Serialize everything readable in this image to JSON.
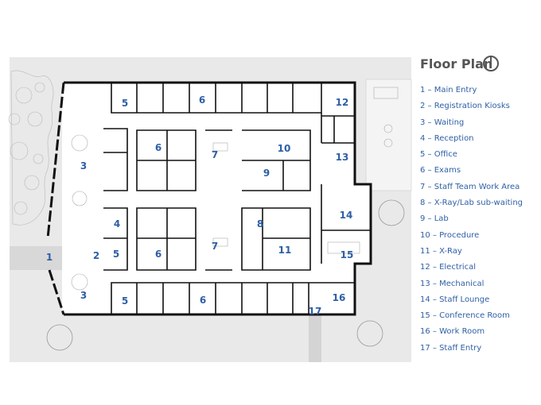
{
  "legend": {
    "title": "Floor Plan",
    "items": [
      "1 – Main Entry",
      "2 – Registration Kiosks",
      "3 – Waiting",
      "4 – Reception",
      "5 – Office",
      "6 – Exams",
      "7 – Staff Team Work Area",
      "8 – X-Ray/Lab sub-waiting",
      "9 – Lab",
      "10 – Procedure",
      "11 – X-Ray",
      "12 – Electrical",
      "13 – Mechanical",
      "14 – Staff Lounge",
      "15 – Conference Room",
      "16 – Work Room",
      "17 – Staff Entry"
    ]
  },
  "rooms": [
    {
      "num": "1"
    },
    {
      "num": "2"
    },
    {
      "num": "3"
    },
    {
      "num": "3"
    },
    {
      "num": "4"
    },
    {
      "num": "5"
    },
    {
      "num": "5"
    },
    {
      "num": "5"
    },
    {
      "num": "6"
    },
    {
      "num": "6"
    },
    {
      "num": "6"
    },
    {
      "num": "6"
    },
    {
      "num": "7"
    },
    {
      "num": "7"
    },
    {
      "num": "8"
    },
    {
      "num": "9"
    },
    {
      "num": "10"
    },
    {
      "num": "11"
    },
    {
      "num": "12"
    },
    {
      "num": "13"
    },
    {
      "num": "14"
    },
    {
      "num": "15"
    },
    {
      "num": "16"
    },
    {
      "num": "17"
    }
  ],
  "colors": {
    "accent": "#2e5fa5",
    "wall": "#111111",
    "site": "#e9e9e9"
  },
  "icons": {
    "legend": "power-icon"
  }
}
